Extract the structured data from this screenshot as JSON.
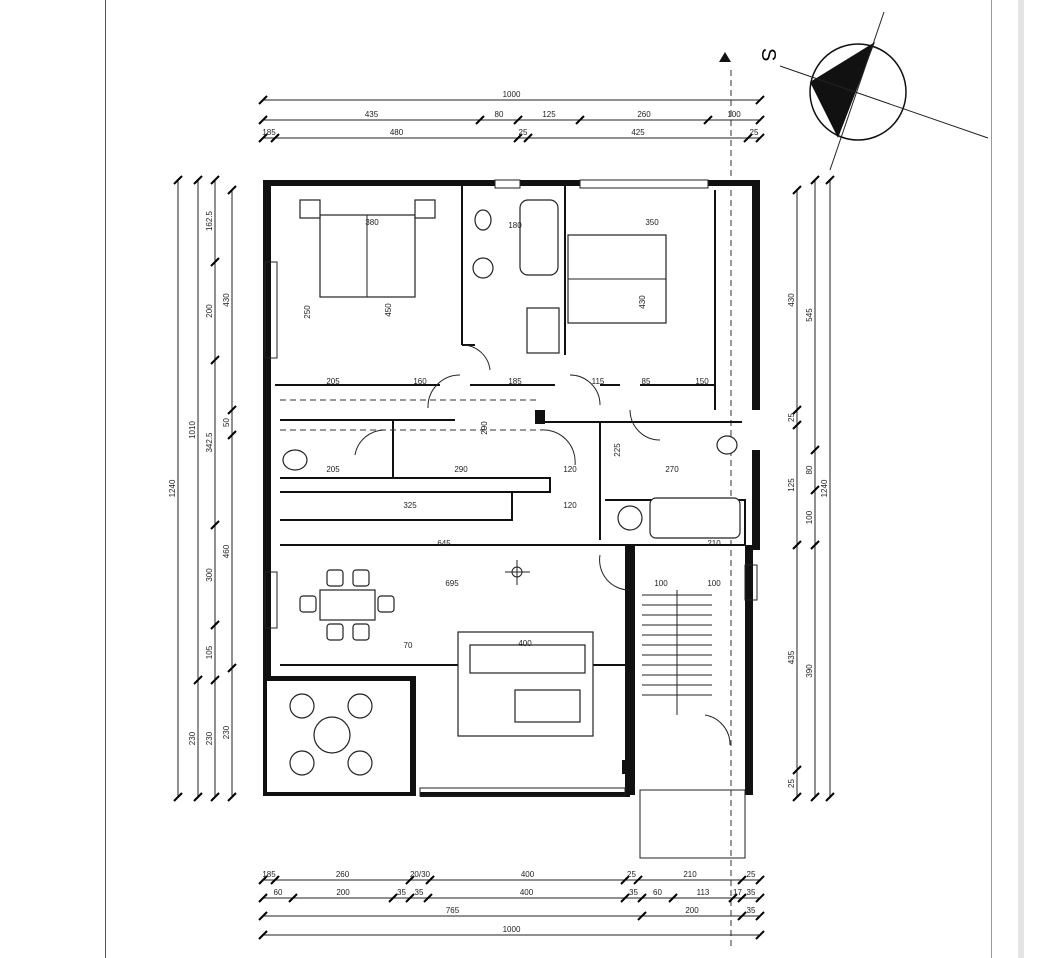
{
  "plan": {
    "compass_label": "S",
    "top_dims": {
      "overall": "1000",
      "row2": [
        "435",
        "80",
        "125",
        "260",
        "100"
      ],
      "row3": [
        "185",
        "480",
        "25",
        "425",
        "25"
      ]
    },
    "bottom_dims": {
      "row1": [
        "185",
        "260",
        "20/30",
        "400",
        "25",
        "210",
        "25"
      ],
      "row2": [
        "60",
        "200",
        "35",
        "35",
        "400",
        "35",
        "60",
        "113",
        "17",
        "35"
      ],
      "row3": [
        "765",
        "200",
        "35"
      ],
      "overall": "1000"
    },
    "left_dims": {
      "overall": "1240",
      "col2": [
        "1010",
        "230"
      ],
      "col3": [
        "162.5",
        "200",
        "342.5",
        "300",
        "105",
        "230"
      ],
      "col4": [
        "430",
        "50",
        "460",
        "230"
      ]
    },
    "right_dims": {
      "col1": [
        "430",
        "25",
        "125",
        "435",
        "25"
      ],
      "col2": [
        "545",
        "80",
        "100",
        "390"
      ],
      "overall": "1240"
    },
    "interior_dims": [
      "205",
      "160",
      "185",
      "115",
      "85",
      "150",
      "380",
      "180",
      "350",
      "450",
      "430",
      "250",
      "290",
      "205",
      "290",
      "120",
      "270",
      "325",
      "120",
      "645",
      "695",
      "100",
      "210",
      "100",
      "70",
      "400",
      "225"
    ]
  }
}
